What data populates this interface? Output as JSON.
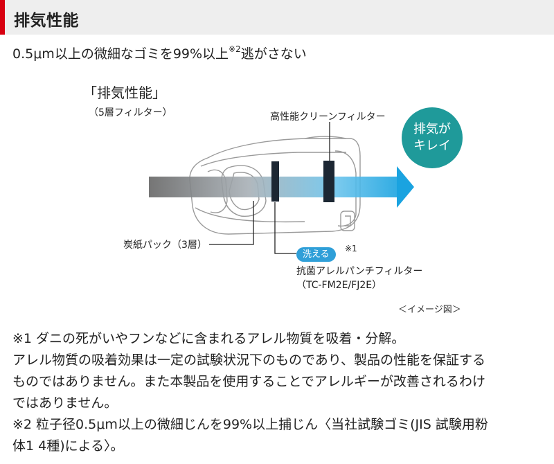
{
  "header": {
    "title": "排気性能"
  },
  "subtitle": {
    "text": "0.5μm以上の微細なゴミを99%以上",
    "mark": "※2",
    "tail": "逃がさない"
  },
  "diagram": {
    "title": "「排気性能」",
    "subtitle": "（5層フィルター）",
    "hepa_label": "高性能クリーンフィルター",
    "badge_line1": "排気が",
    "badge_line2": "キレイ",
    "bag_label": "炭紙パック（3層）",
    "washable_tag": "洗える",
    "washable_note": "※1",
    "antibac_label": "抗菌アレルパンチフィルター",
    "antibac_model": "（TC-FM2E/FJ2E）",
    "image_note": "＜イメージ図＞",
    "colors": {
      "arrow_start": "#666666",
      "arrow_end": "#1aa3e0",
      "badge": "#1f9a9a",
      "tag": "#2f9fd8",
      "accent": "#d7000f"
    }
  },
  "notes": {
    "note1_line1": "※1 ダニの死がいやフンなどに含まれるアレル物質を吸着・分解。",
    "note1_line2": "アレル物質の吸着効果は一定の試験状況下のものであり、製品の性能を保証する",
    "note1_line3": "ものではありません。また本製品を使用することでアレルギーが改善されるわけ",
    "note1_line4": "ではありません。",
    "note2_line1": "※2 粒子径0.5μm以上の微細じんを99%以上捕じん〈当社試験ゴミ(JIS 試験用粉",
    "note2_line2": "体1 4種)による〉。"
  }
}
